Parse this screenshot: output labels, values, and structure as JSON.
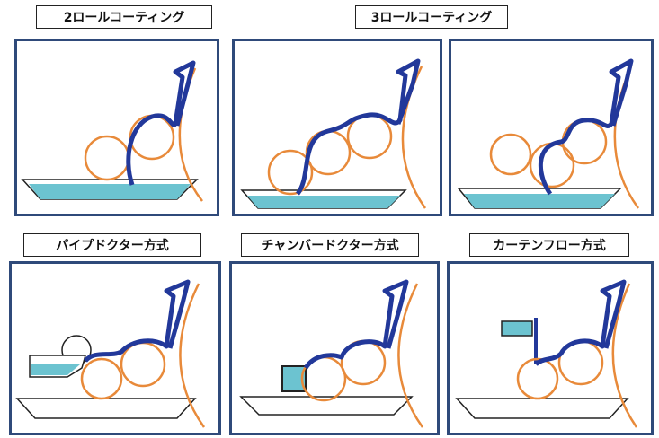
{
  "labels": {
    "two_roll": "2ロールコーティング",
    "three_roll": "3ロールコーティング",
    "pipe_doctor": "パイプドクター方式",
    "chamber_doctor": "チャンバードクター方式",
    "curtain_flow": "カーテンフロー方式"
  },
  "colors": {
    "panel_border": "#2f4a7a",
    "roll": "#e88a3a",
    "film_path": "#22389a",
    "web": "#e88a3a",
    "liquid": "#6cc3d0",
    "tray_outline": "#222222"
  }
}
